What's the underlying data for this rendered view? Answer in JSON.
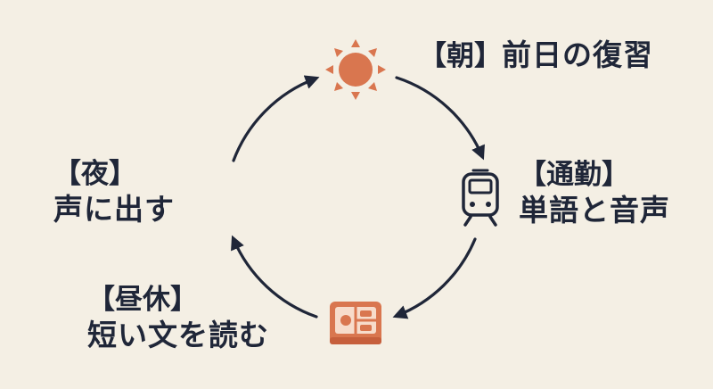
{
  "stages": {
    "morning": {
      "head": "【朝】",
      "body": "前日の復習",
      "icon": "sun-icon"
    },
    "commute": {
      "head": "【通勤】",
      "body": "単語と音声",
      "icon": "train-icon"
    },
    "lunch": {
      "head": "【昼休】",
      "body": "短い文を読む",
      "icon": "bento-box-icon"
    },
    "night": {
      "head": "【夜】",
      "body": "声に出す",
      "icon": "crescent-moon-icon"
    }
  },
  "colors": {
    "background": "#f4efe4",
    "ink": "#1f2638",
    "accent": "#d9764f",
    "accent_light": "#f3c1a4"
  }
}
